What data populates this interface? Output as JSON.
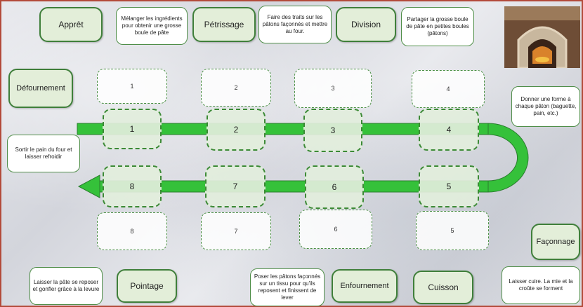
{
  "terms": {
    "appret": "Apprêt",
    "petrissage": "Pétrissage",
    "division": "Division",
    "defournement": "Défournement",
    "faconnage": "Façonnage",
    "pointage": "Pointage",
    "enfournement": "Enfournement",
    "cuisson": "Cuisson"
  },
  "descriptions": {
    "melanger": "Mélanger les ingrédients pour obtenir une grosse boule de pâte",
    "traits": "Faire des traits sur les pâtons façonnés et mettre au four.",
    "partager": "Partager la grosse boule de pâte en petites boules (pâtons)",
    "forme": "Donner une forme à chaque pâton (baguette, pain, etc.)",
    "sortir": "Sortir le pain du four et laisser refroidir",
    "laisser_pate": "Laisser la pâte se reposer et gonfler grâce à la levure",
    "poser": "Poser les pâtons façonnés sur un tissu pour qu'ils reposent et finissent de lever",
    "cuire": "Laisser cuire. La mie et la croûte se forment"
  },
  "slots_top": [
    "1",
    "2",
    "3",
    "4"
  ],
  "slots_bottom": [
    "8",
    "7",
    "6",
    "5"
  ],
  "track_top": [
    "1",
    "2",
    "3",
    "4"
  ],
  "track_bottom": [
    "8",
    "7",
    "6",
    "5"
  ],
  "oven_icon": "bread-oven-photo",
  "colors": {
    "arrow": "#35c13a",
    "term_bg": "#e3eed9",
    "term_border": "#3f7f3a"
  }
}
